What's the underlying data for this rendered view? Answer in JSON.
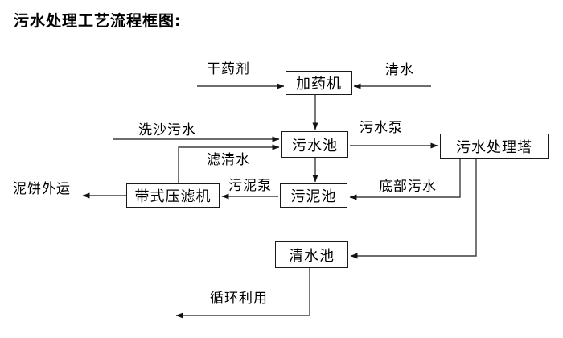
{
  "title": "污水处理工艺流程框图:",
  "diagram": {
    "nodes": [
      {
        "id": "dosing-machine",
        "label": "加药机"
      },
      {
        "id": "sewage-pool",
        "label": "污水池"
      },
      {
        "id": "treatment-tower",
        "label": "污水处理塔"
      },
      {
        "id": "belt-filter-press",
        "label": "带式压滤机"
      },
      {
        "id": "sludge-pool",
        "label": "污泥池"
      },
      {
        "id": "clear-water-pool",
        "label": "清水池"
      }
    ],
    "edge_labels": [
      {
        "id": "dry-chemical",
        "label": "干药剂"
      },
      {
        "id": "clear-water",
        "label": "清水"
      },
      {
        "id": "sand-washing-sewage",
        "label": "洗沙污水"
      },
      {
        "id": "filtered-water",
        "label": "滤清水"
      },
      {
        "id": "sewage-pump",
        "label": "污水泵"
      },
      {
        "id": "bottom-sewage",
        "label": "底部污水"
      },
      {
        "id": "sludge-pump",
        "label": "污泥泵"
      },
      {
        "id": "mud-cake-out",
        "label": "泥饼外运"
      },
      {
        "id": "recycle-use",
        "label": "循环利用"
      }
    ],
    "colors": {
      "line": "#3d3d3d",
      "arrow": "#111111",
      "box_border": "#1a1a1a",
      "text": "#000000",
      "background": "#ffffff"
    }
  }
}
